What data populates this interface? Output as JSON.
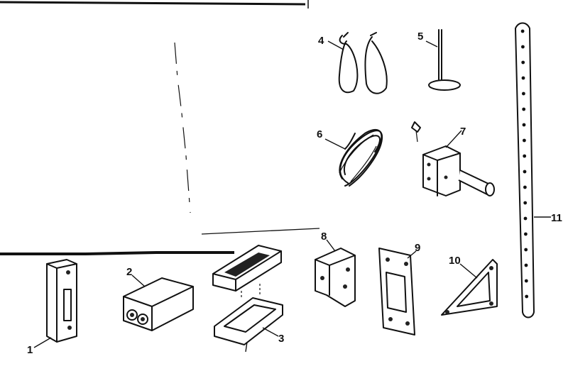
{
  "parts": [
    {
      "id": "p1",
      "label": "1"
    },
    {
      "id": "p2",
      "label": "2"
    },
    {
      "id": "p3",
      "label": "3"
    },
    {
      "id": "p4",
      "label": "4"
    },
    {
      "id": "p5",
      "label": "5"
    },
    {
      "id": "p6",
      "label": "6"
    },
    {
      "id": "p7",
      "label": "7"
    },
    {
      "id": "p8",
      "label": "8"
    },
    {
      "id": "p9",
      "label": "9"
    },
    {
      "id": "p10",
      "label": "10"
    },
    {
      "id": "p11",
      "label": "11"
    }
  ],
  "colors": {
    "ink": "#111111",
    "paper": "#ffffff"
  }
}
